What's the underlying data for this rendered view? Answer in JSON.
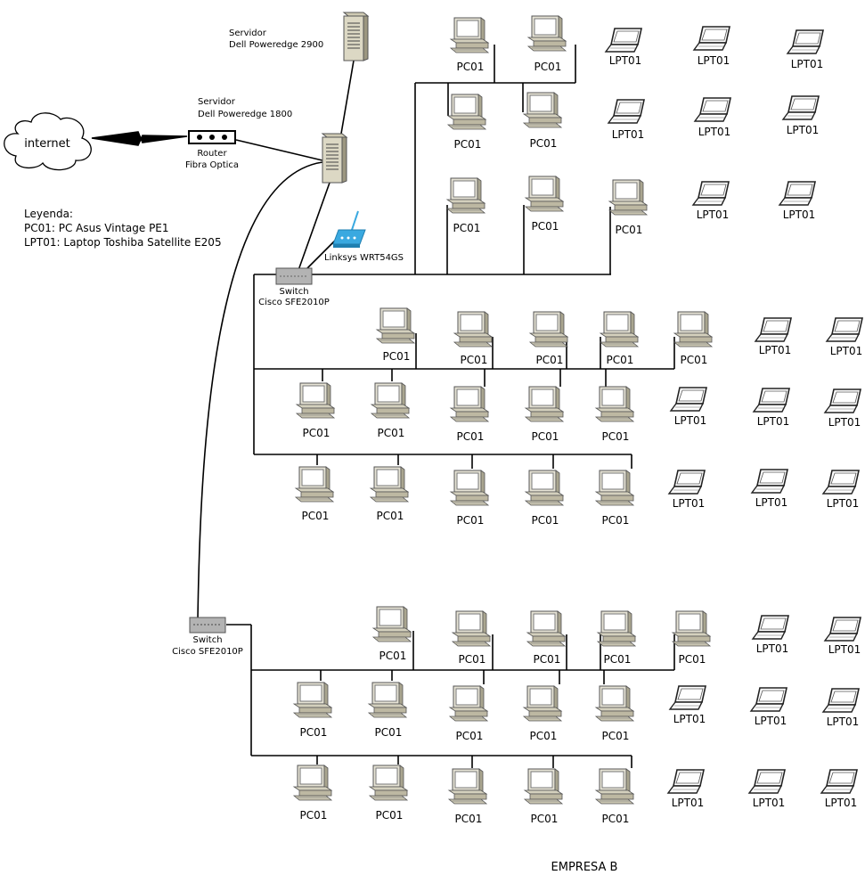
{
  "colors": {
    "line": "#000000",
    "device_body": "#d9d5c5",
    "device_dark": "#6e6a58",
    "wifi": "#3aa9e0",
    "switch": "#b3b3b3"
  },
  "internet": {
    "label": "internet",
    "icon": "cloud-icon"
  },
  "router": {
    "label": "Router",
    "sublabel": "Fibra Optica",
    "icon": "router-icon"
  },
  "server_1800": {
    "label": "Servidor",
    "sublabel": "Dell Poweredge 1800",
    "icon": "tower-server-icon"
  },
  "server_2900": {
    "label": "Servidor",
    "sublabel": "Dell Poweredge 2900",
    "icon": "tower-server-icon"
  },
  "wifi": {
    "label": "Linksys WRT54GS",
    "icon": "wireless-router-icon"
  },
  "switch_top": {
    "label": "Switch",
    "sublabel": "Cisco SFE2010P",
    "icon": "switch-icon"
  },
  "switch_bottom": {
    "label": "Switch",
    "sublabel": "Cisco SFE2010P",
    "icon": "switch-icon"
  },
  "legend": {
    "title": "Leyenda:",
    "items": [
      "PC01: PC Asus Vintage PE1",
      "LPT01: Laptop Toshiba Satellite E205"
    ]
  },
  "device_labels": {
    "pc": "PC01",
    "laptop": "LPT01"
  },
  "footer": {
    "title": "EMPRESA B"
  }
}
